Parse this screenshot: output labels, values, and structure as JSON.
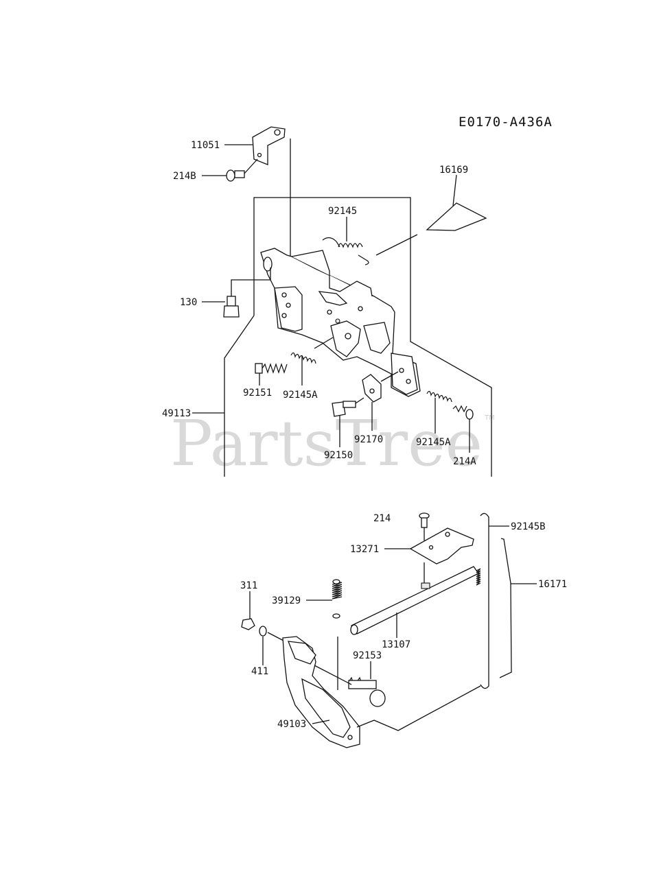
{
  "diagram_code": "E0170-A436A",
  "watermark": "PartsTree",
  "watermark_tm": "TM",
  "part_labels": {
    "p11051": "11051",
    "p214B": "214B",
    "p16169": "16169",
    "p92145": "92145",
    "p130": "130",
    "p92145A_left": "92145A",
    "p92151": "92151",
    "p49113": "49113",
    "p92170": "92170",
    "p92150": "92150",
    "p92145A_right": "92145A",
    "p214A": "214A",
    "p214": "214",
    "p92145B": "92145B",
    "p13271": "13271",
    "p16171": "16171",
    "p311": "311",
    "p39129": "39129",
    "p13107": "13107",
    "p92153": "92153",
    "p411": "411",
    "p49103": "49103"
  }
}
